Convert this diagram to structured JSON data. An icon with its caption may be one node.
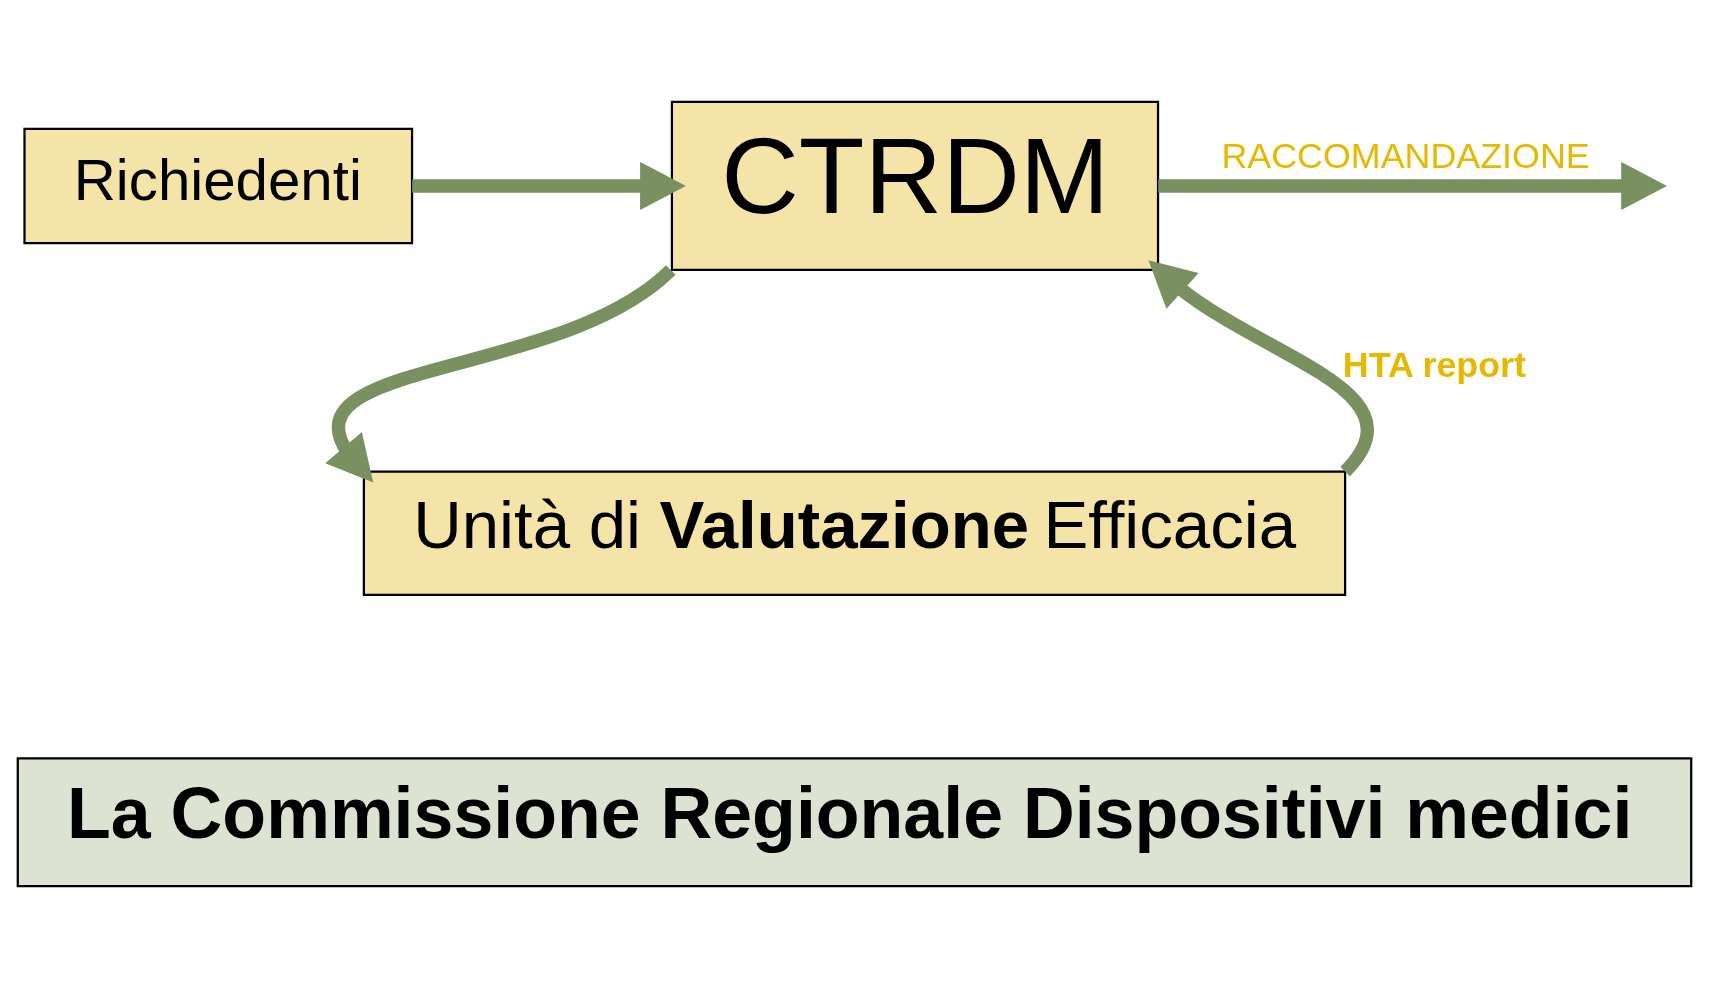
{
  "diagram": {
    "nodes": [
      {
        "text": [
          "Richiedenti"
        ]
      },
      {
        "text": [
          "CTRDM"
        ]
      },
      {
        "text": [
          "Unità di **Valutazione** Efficacia"
        ]
      },
      {
        "text": [
          "La Commissione Regionale Dispositivi medici"
        ]
      }
    ],
    "edges": [
      {
        "from": 0,
        "to": 1,
        "arrow": "to"
      },
      {
        "from": 1,
        "to": 2,
        "arrow": "to"
      },
      {
        "from": 2,
        "to": 1,
        "arrow": "to",
        "label": "HTA report"
      },
      {
        "from": 1,
        "to": null,
        "arrow": "to",
        "label": "RACCOMANDAZIONE"
      }
    ]
  }
}
